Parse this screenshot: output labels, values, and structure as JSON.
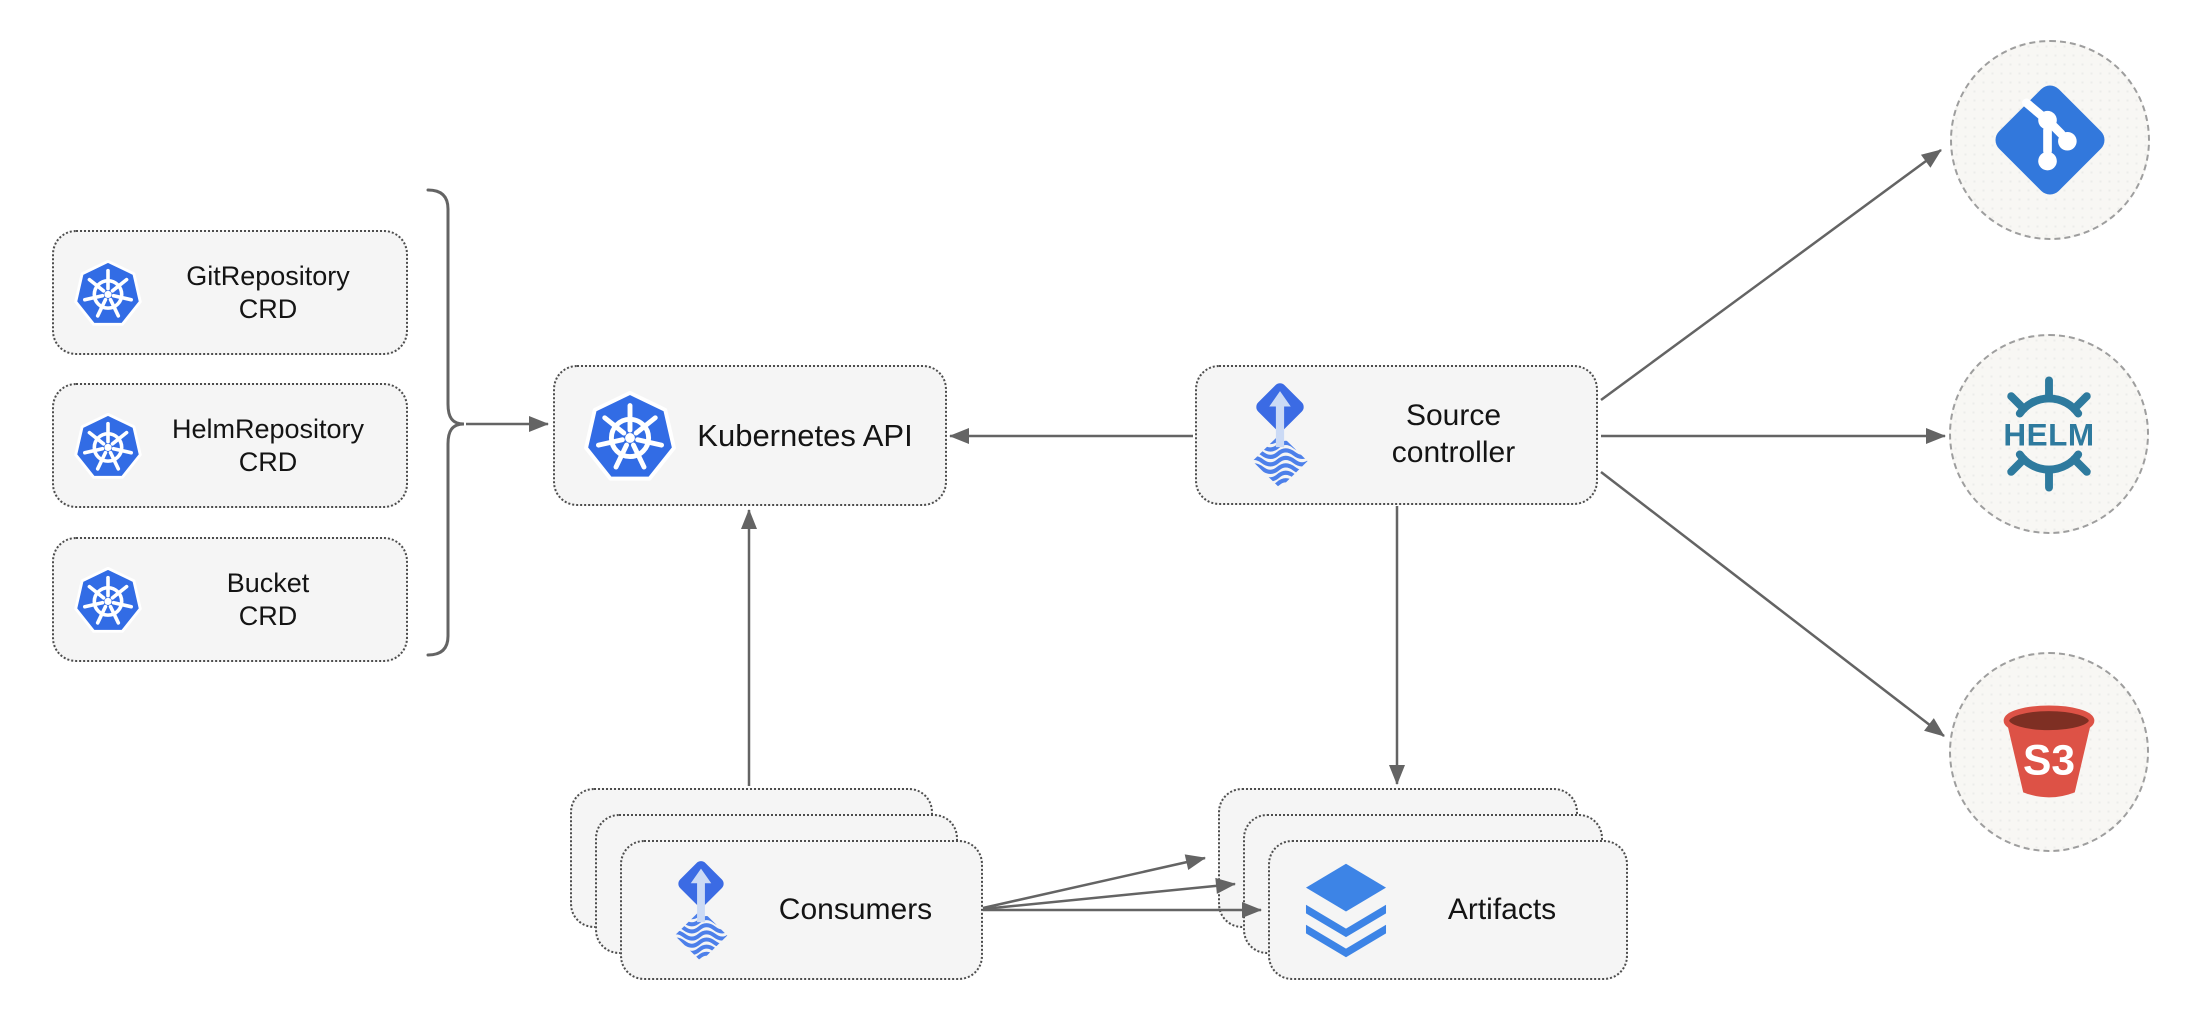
{
  "nodes": {
    "crd_boxes": [
      {
        "line1": "GitRepository",
        "line2": "CRD",
        "icon": "kubernetes-icon"
      },
      {
        "line1": "HelmRepository",
        "line2": "CRD",
        "icon": "kubernetes-icon"
      },
      {
        "line1": "Bucket",
        "line2": "CRD",
        "icon": "kubernetes-icon"
      }
    ],
    "kubernetes_api": {
      "label": "Kubernetes API",
      "icon": "kubernetes-icon"
    },
    "source_controller": {
      "line1": "Source",
      "line2": "controller",
      "icon": "flux-source-icon"
    },
    "consumers": {
      "label": "Consumers",
      "icon": "flux-source-icon",
      "stack_count": 3
    },
    "artifacts": {
      "label": "Artifacts",
      "icon": "layers-icon",
      "stack_count": 3
    }
  },
  "sources": {
    "git": {
      "icon": "git-icon"
    },
    "helm": {
      "icon": "helm-icon",
      "text": "HELM"
    },
    "s3": {
      "icon": "s3-bucket-icon",
      "text": "S3"
    }
  },
  "edges": [
    {
      "from": "crd-group",
      "to": "kubernetes-api",
      "style": "arrow"
    },
    {
      "from": "source-controller",
      "to": "kubernetes-api",
      "style": "arrow"
    },
    {
      "from": "consumers",
      "to": "kubernetes-api",
      "style": "arrow"
    },
    {
      "from": "source-controller",
      "to": "artifacts",
      "style": "arrow"
    },
    {
      "from": "source-controller",
      "to": "git",
      "style": "arrow"
    },
    {
      "from": "source-controller",
      "to": "helm",
      "style": "arrow"
    },
    {
      "from": "source-controller",
      "to": "s3",
      "style": "arrow"
    },
    {
      "from": "consumers",
      "to": "artifacts",
      "style": "arrow",
      "count": 3
    }
  ],
  "colors": {
    "box_fill": "#f5f5f5",
    "box_border": "#4d4d4d",
    "circle_fill": "#f8f7f4",
    "circle_border": "#9e9e9e",
    "connector": "#646464",
    "kubernetes_blue": "#326CE5",
    "flux_blue": "#3B6BE4",
    "flux_arrow_light": "#CBDAF5",
    "flux_waves": "#4D80EA",
    "git_blue": "#3278DC",
    "helm_teal": "#2E7A9E",
    "s3_red": "#DD5246",
    "s3_dark_red": "#7E2F23",
    "layers_blue": "#3D84E6",
    "text": "#141414"
  }
}
